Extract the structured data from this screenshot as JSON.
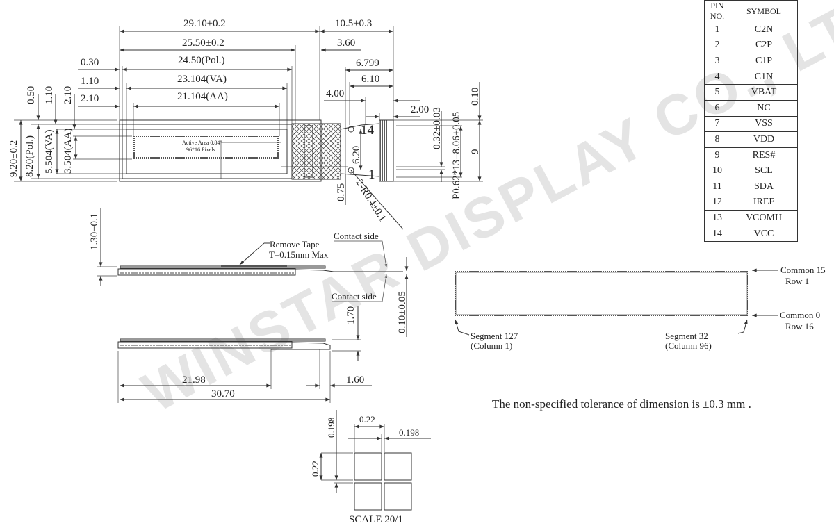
{
  "watermark": "WINSTAR DISPLAY CO., LTD.",
  "top_view": {
    "dims": {
      "overall_length": "29.10±0.2",
      "fpc_length": "10.5±0.3",
      "glass_length": "25.50±0.2",
      "d_3_60": "3.60",
      "d_0_30": "0.30",
      "pol_length": "24.50(Pol.)",
      "d_1_10": "1.10",
      "va_length": "23.104(VA)",
      "d_2_10": "2.10",
      "aa_length": "21.104(AA)",
      "d_6_799": "6.799",
      "d_6_10": "6.10",
      "d_4_00": "4.00",
      "d_2_00": "2.00",
      "v_0_50": "0.50",
      "v_1_10": "1.10",
      "v_2_10": "2.10",
      "overall_height": "9.20±0.2",
      "pol_height": "8.20(Pol.)",
      "va_height": "5.504(VA)",
      "aa_height": "3.504(AA)",
      "d_6_20": "6.20",
      "d_0_75": "0.75",
      "hole_radius": "2-R0.4±0.1",
      "pin_width": "0.32±0.03",
      "pin_pitch": "P0.62*13=8.06±0.05",
      "d_9": "9",
      "d_0_10": "0.10"
    },
    "active_area_label": "Active Area 0.84\"",
    "pixels_label": "96*16 Pixels",
    "pin_14": "14",
    "pin_1": "1"
  },
  "side_view": {
    "thickness": "1.30±0.1",
    "remove_tape": "Remove Tape",
    "tape_thickness": "T=0.15mm Max",
    "contact_side_top": "Contact side",
    "contact_side_bottom": "Contact side",
    "fpc_thickness": "0.10±0.05",
    "d_1_70": "1.70",
    "d_21_98": "21.98",
    "d_30_70": "30.70",
    "d_1_60": "1.60"
  },
  "pin_table": {
    "headers": [
      "PIN NO.",
      "SYMBOL"
    ],
    "rows": [
      [
        "1",
        "C2N"
      ],
      [
        "2",
        "C2P"
      ],
      [
        "3",
        "C1P"
      ],
      [
        "4",
        "C1N"
      ],
      [
        "5",
        "VBAT"
      ],
      [
        "6",
        "NC"
      ],
      [
        "7",
        "VSS"
      ],
      [
        "8",
        "VDD"
      ],
      [
        "9",
        "RES#"
      ],
      [
        "10",
        "SCL"
      ],
      [
        "11",
        "SDA"
      ],
      [
        "12",
        "IREF"
      ],
      [
        "13",
        "VCOMH"
      ],
      [
        "14",
        "VCC"
      ]
    ]
  },
  "pixel_map": {
    "common15": "Common 15",
    "row1": "Row 1",
    "common0": "Common 0",
    "row16": "Row 16",
    "seg127": "Segment 127",
    "col1": "(Column 1)",
    "seg32": "Segment 32",
    "col96": "(Column 96)"
  },
  "tolerance_note": "The non-specified tolerance of dimension is ±0.3 mm .",
  "pixel_detail": {
    "pixel_width": "0.22",
    "gap_v": "0.198",
    "gap_h": "0.198",
    "pixel_height": "0.22",
    "scale": "SCALE 20/1"
  }
}
